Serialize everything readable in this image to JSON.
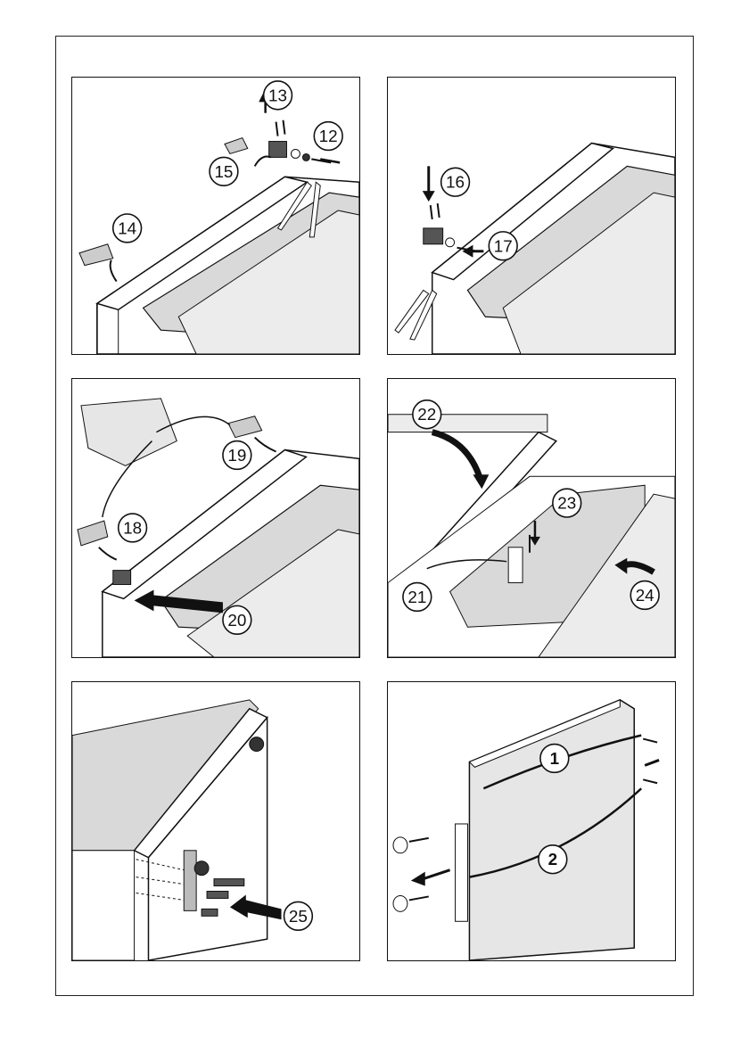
{
  "panels": [
    {
      "labels": [
        "13",
        "12",
        "15",
        "14"
      ]
    },
    {
      "labels": [
        "16",
        "17"
      ]
    },
    {
      "labels": [
        "19",
        "18",
        "20"
      ]
    },
    {
      "labels": [
        "22",
        "23",
        "21",
        "24"
      ]
    },
    {
      "labels": [
        "25"
      ]
    },
    {
      "labels": [
        "1",
        "2"
      ]
    }
  ],
  "colors": {
    "outline": "#111111",
    "shade": "#cfcfcf",
    "light": "#ececec",
    "white": "#ffffff"
  }
}
